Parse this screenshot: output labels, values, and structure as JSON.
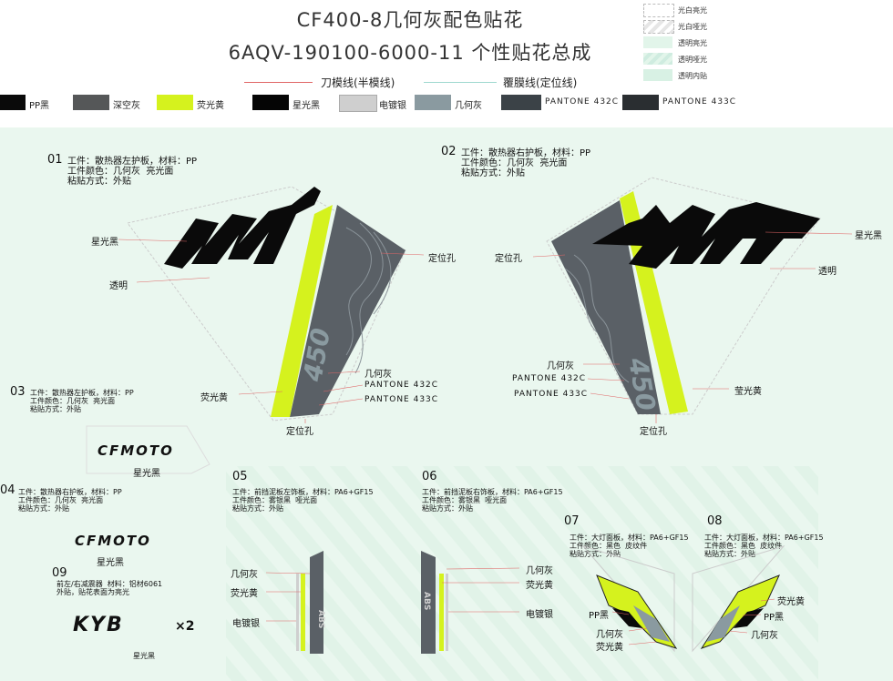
{
  "header": {
    "title": "CF400-8几何灰配色贴花",
    "subtitle": "6AQV-190100-6000-11 个性贴花总成",
    "line_legend": [
      {
        "label": "刀模线(半模线)",
        "color": "#e06666"
      },
      {
        "label": "覆膜线(定位线)",
        "color": "#9fd9d0"
      }
    ]
  },
  "materials": [
    "光白亮光",
    "光白哑光",
    "透明亮光",
    "透明哑光",
    "透明内贴"
  ],
  "swatches": [
    {
      "label": "PP黑",
      "color": "#0a0a0a"
    },
    {
      "label": "深空灰",
      "color": "#555758"
    },
    {
      "label": "荧光黄",
      "color": "#d5f21e"
    },
    {
      "label": "星光黑",
      "color": "#050505"
    },
    {
      "label": "电镀银",
      "color": "#cfcfcf"
    },
    {
      "label": "几何灰",
      "color": "#8a9aa0"
    },
    {
      "label": "PANTONE 432C",
      "color": "#3b4247"
    },
    {
      "label": "PANTONE 433C",
      "color": "#2a2e31"
    }
  ],
  "parts": {
    "p01": {
      "num": "01",
      "info": "工件：散热器左护板，材料：PP\n工件颜色：几何灰  亮光面\n粘贴方式：外贴"
    },
    "p02": {
      "num": "02",
      "info": "工件：散热器右护板，材料：PP\n工件颜色：几何灰  亮光面\n粘贴方式：外贴"
    },
    "p03": {
      "num": "03",
      "info": "工件：散热器左护板，材料：PP\n工件颜色：几何灰  亮光面\n粘贴方式：外贴"
    },
    "p04": {
      "num": "04",
      "info": "工件：散热器右护板，材料：PP\n工件颜色：几何灰  亮光面\n粘贴方式：外贴"
    },
    "p05": {
      "num": "05",
      "info": "工件：前挡泥板左饰板，材料：PA6+GF15\n工件颜色：雾银黑  哑光面\n粘贴方式：外贴"
    },
    "p06": {
      "num": "06",
      "info": "工件：前挡泥板右饰板，材料：PA6+GF15\n工件颜色：雾银黑  哑光面\n粘贴方式：外贴"
    },
    "p07": {
      "num": "07",
      "info": "工件：大灯面板，材料：PA6+GF15\n工件颜色：黑色  皮纹件\n粘贴方式：外贴"
    },
    "p08": {
      "num": "08",
      "info": "工件：大灯面板，材料：PA6+GF15\n工件颜色：黑色  皮纹件\n粘贴方式：外贴"
    },
    "p09": {
      "num": "09",
      "info": "前左/右减震器  材料：铝材6061\n外贴，贴花表面为亮光"
    }
  },
  "callouts": {
    "star_black": "星光黑",
    "transparent": "透明",
    "locate_hole": "定位孔",
    "geo_grey": "几何灰",
    "p432": "PANTONE 432C",
    "p433": "PANTONE 433C",
    "fluoro_yellow": "荧光黄",
    "fluoro_yellow_alt": "莹光黄",
    "chrome_silver": "电镀银",
    "pp_black": "PP黑"
  },
  "graphics": {
    "mt": "MT",
    "model": "450",
    "cfmoto": "CFMOTO",
    "kyb": "KYB",
    "kyb_qty": "×2",
    "abs": "ABS"
  }
}
